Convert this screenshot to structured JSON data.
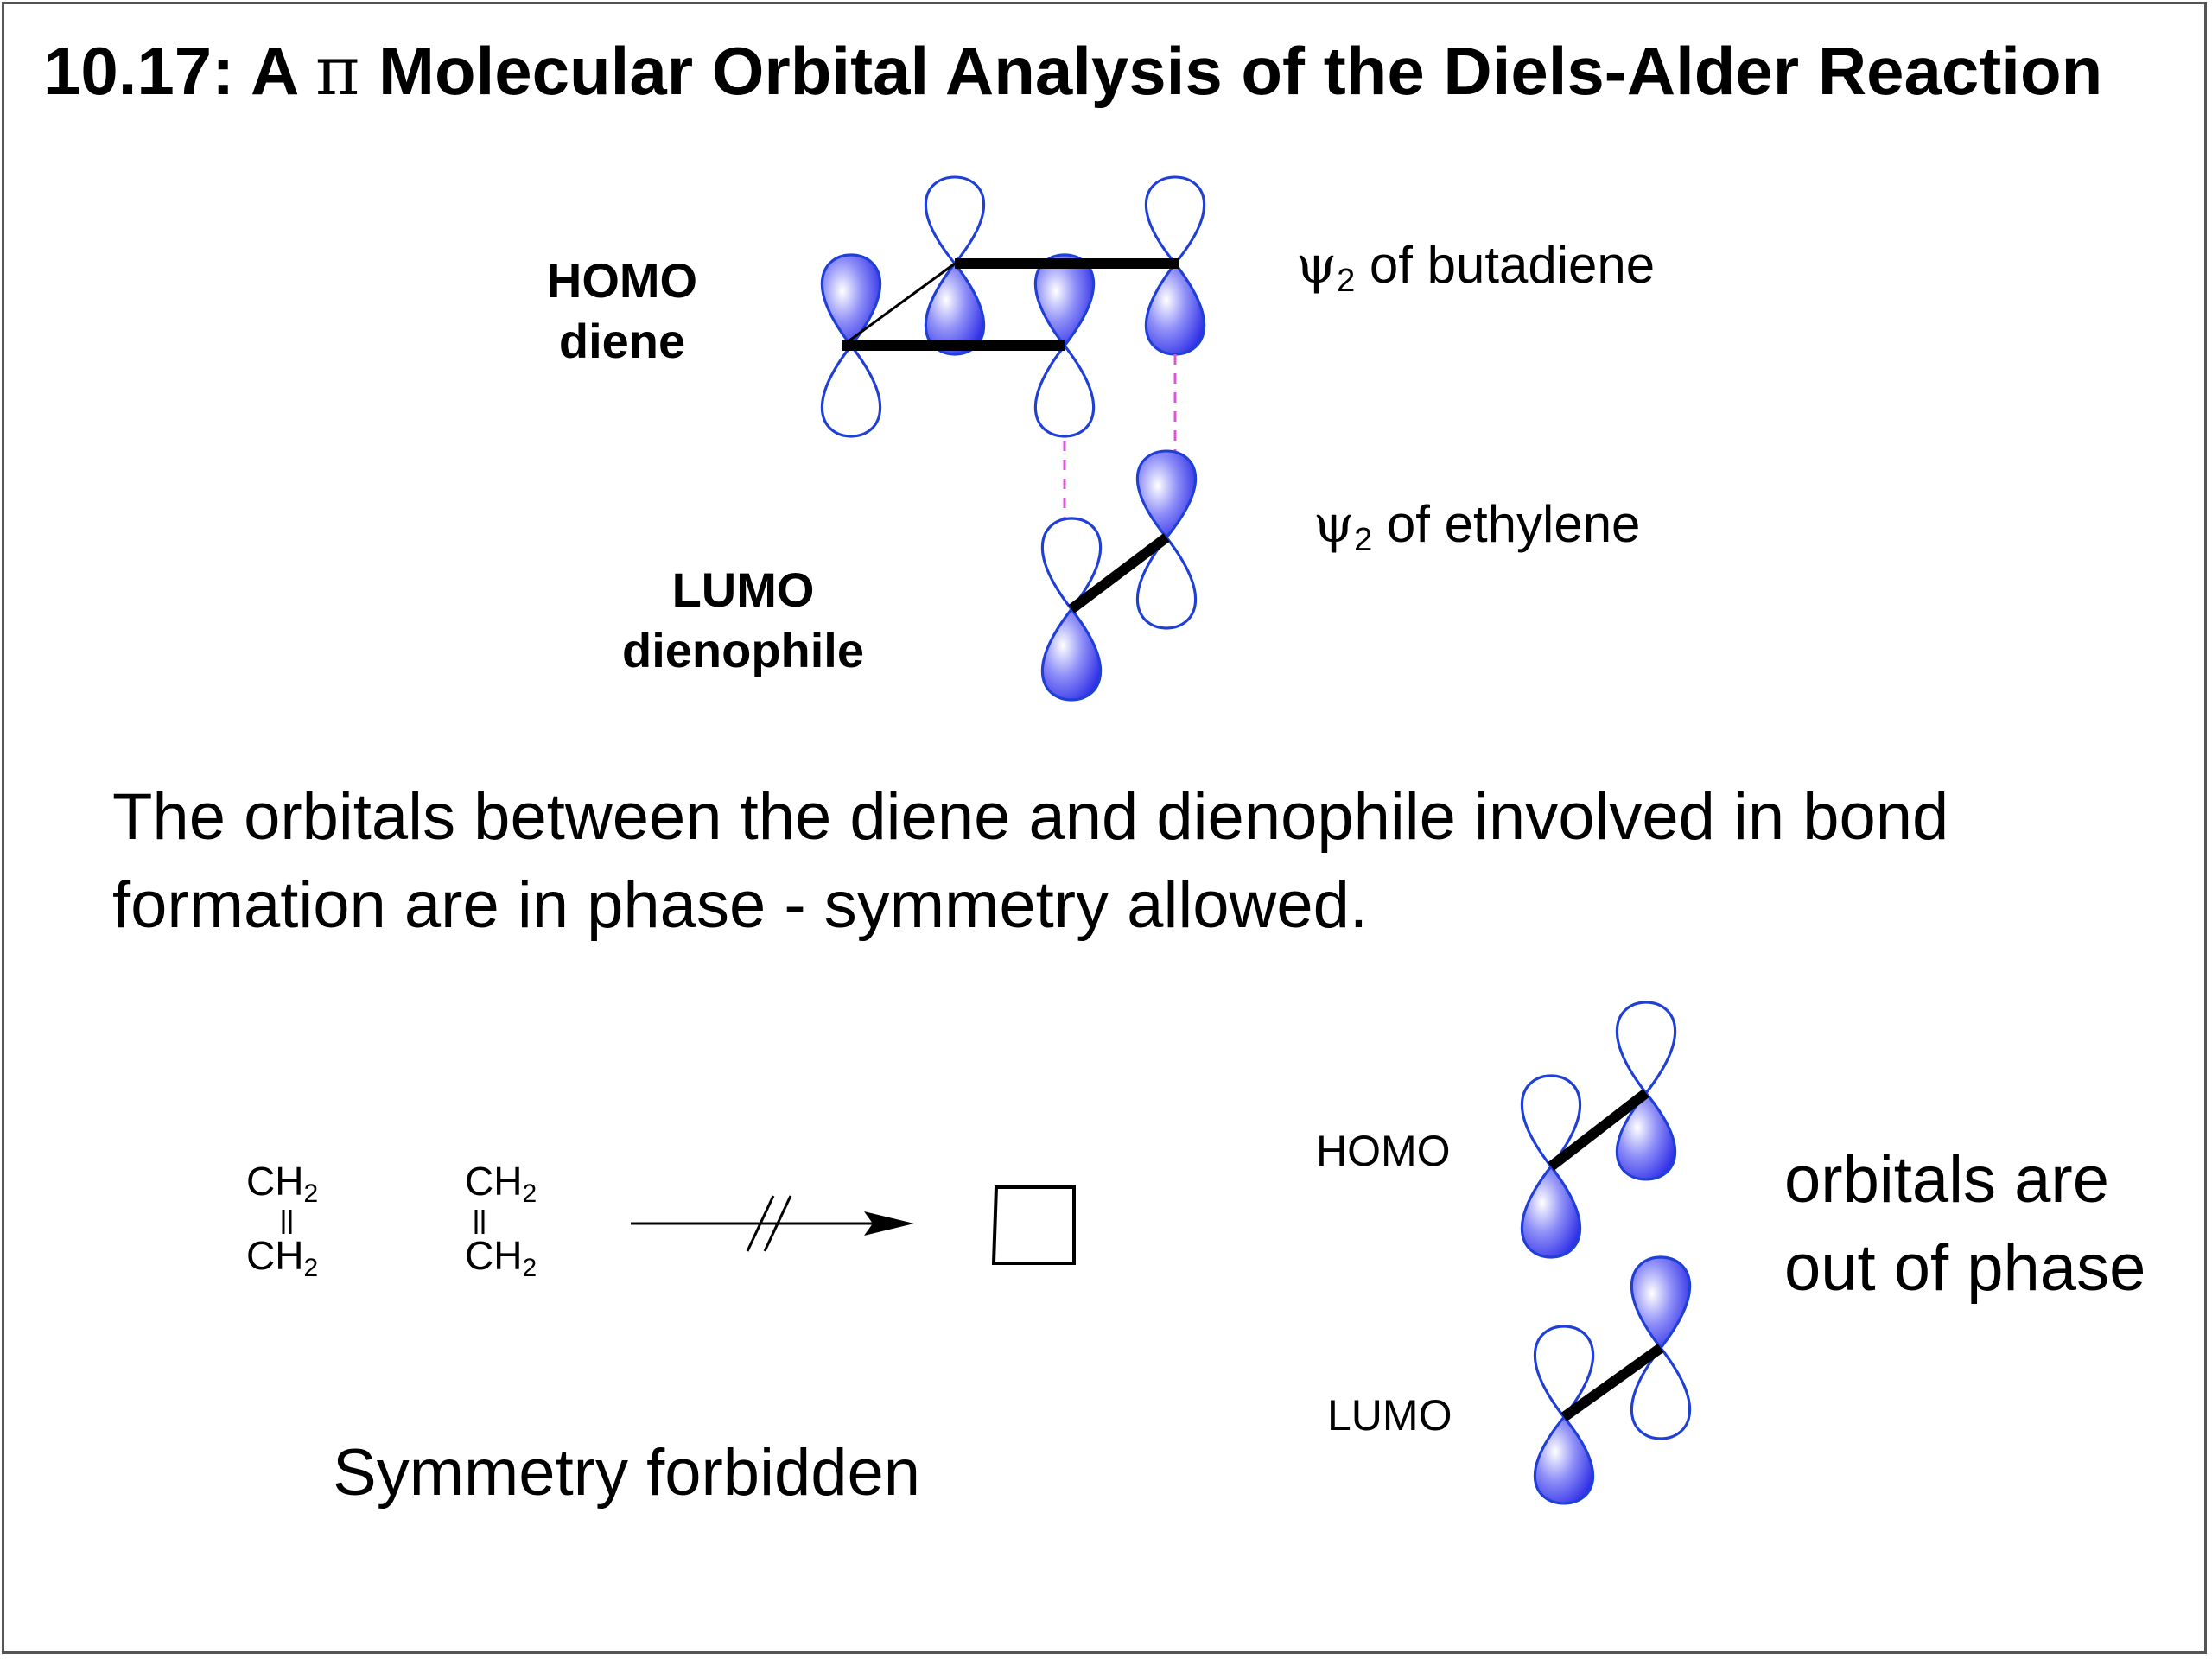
{
  "title": {
    "prefix": "10.17: A ",
    "pi": "π",
    "rest": " Molecular Orbital Analysis of the Diels-Alder Reaction"
  },
  "top_diagram": {
    "homo_label_line1": "HOMO",
    "homo_label_line2": "diene",
    "lumo_label_line1": "LUMO",
    "lumo_label_line2": "dienophile",
    "butadiene_psi": "ψ",
    "butadiene_sub": "2",
    "butadiene_text": " of butadiene",
    "ethylene_psi": "ψ",
    "ethylene_sub": "2",
    "ethylene_text": " of ethylene"
  },
  "statement": "The orbitals between the diene and dienophile involved in bond formation are in phase - symmetry allowed.",
  "bottom_left": {
    "ethylene1_top": "CH",
    "ethylene1_top_sub": "2",
    "ethylene1_bottom": "CH",
    "ethylene1_bottom_sub": "2",
    "ethylene2_top": "CH",
    "ethylene2_top_sub": "2",
    "ethylene2_bottom": "CH",
    "ethylene2_bottom_sub": "2",
    "caption": "Symmetry forbidden"
  },
  "bottom_right": {
    "homo_label": "HOMO",
    "lumo_label": "LUMO",
    "phase_line1": "orbitals are",
    "phase_line2": "out of phase"
  },
  "colors": {
    "lobe_fill": "#3a3af0",
    "lobe_outline": "#1f3fd6",
    "dashed_link": "#e055e0"
  }
}
